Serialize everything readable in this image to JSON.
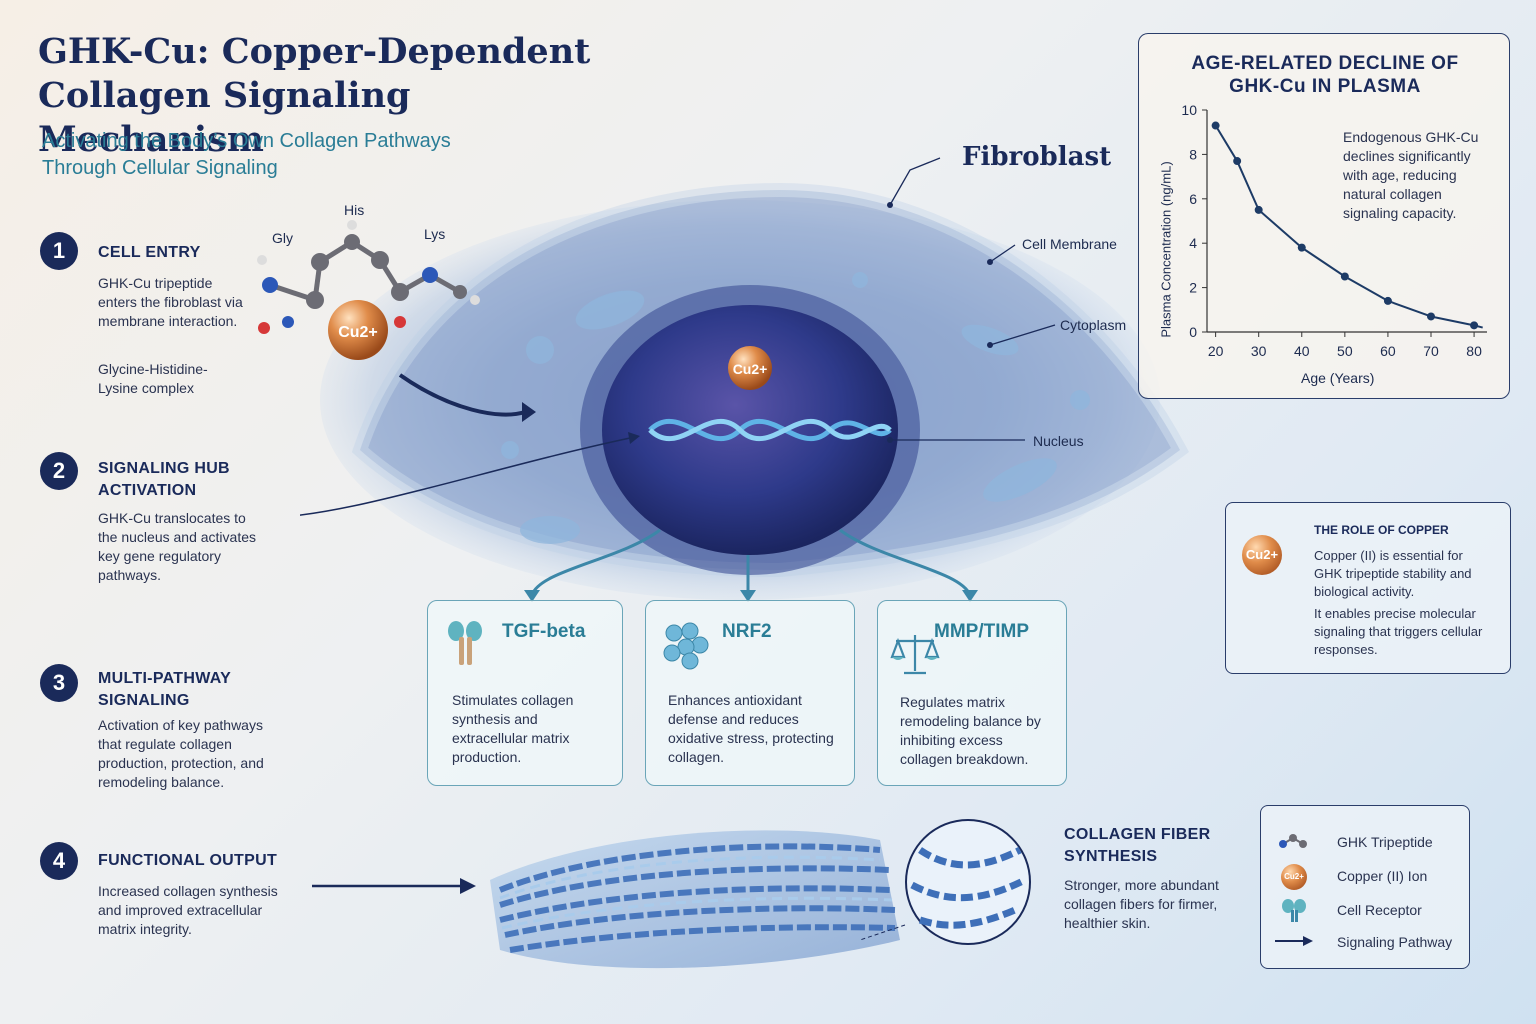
{
  "header": {
    "title": "GHK-Cu: Copper-Dependent Collagen Signaling Mechanism",
    "subtitle": "Activating the Body’s Own Collagen Pathways Through Cellular Signaling"
  },
  "molecule": {
    "his": "His",
    "gly": "Gly",
    "lys": "Lys",
    "ion": "Cu2+"
  },
  "cell_labels": {
    "fibroblast": "Fibroblast",
    "membrane": "Cell Membrane",
    "cytoplasm": "Cytoplasm",
    "nucleus": "Nucleus",
    "nucleus_ion": "Cu2+"
  },
  "steps": [
    {
      "num": "1",
      "title": "CELL ENTRY",
      "body": "GHK-Cu tripeptide enters the fibroblast via membrane interaction.",
      "extra": "Glycine-Histidine-Lysine complex"
    },
    {
      "num": "2",
      "title": "SIGNALING HUB ACTIVATION",
      "body": "GHK-Cu translocates to the nucleus and activates key gene regulatory pathways."
    },
    {
      "num": "3",
      "title": "MULTI-PATHWAY SIGNALING",
      "body": "Activation of key pathways that regulate collagen production, protection, and remodeling balance."
    },
    {
      "num": "4",
      "title": "FUNCTIONAL OUTPUT",
      "body": "Increased collagen synthesis and improved extracellular matrix integrity."
    }
  ],
  "pathways": [
    {
      "title": "TGF-beta",
      "body": "Stimulates collagen synthesis and extracellular matrix production.",
      "icon": "receptor-icon"
    },
    {
      "title": "NRF2",
      "body": "Enhances antioxidant defense and reduces oxidative stress, protecting collagen.",
      "icon": "molecule-cluster-icon"
    },
    {
      "title": "MMP/TIMP",
      "body": "Regulates matrix remodeling balance by inhibiting excess collagen breakdown.",
      "icon": "balance-scale-icon"
    }
  ],
  "chart_data": {
    "type": "line",
    "title": "AGE-RELATED DECLINE OF GHK-Cu IN PLASMA",
    "xlabel": "Age (Years)",
    "ylabel": "Plasma Concentration (ng/mL)",
    "xlim": [
      18,
      83
    ],
    "ylim": [
      0,
      10
    ],
    "xticks": [
      20,
      30,
      40,
      50,
      60,
      70,
      80
    ],
    "yticks": [
      0,
      2,
      4,
      6,
      8,
      10
    ],
    "x": [
      20,
      25,
      30,
      40,
      50,
      60,
      70,
      80
    ],
    "y": [
      9.3,
      7.7,
      5.5,
      3.8,
      2.5,
      1.4,
      0.7,
      0.3
    ],
    "annotation": "Endogenous GHK-Cu declines significantly with age, reducing natural collagen signaling capacity."
  },
  "copper_role": {
    "title": "THE ROLE OF COPPER",
    "ion": "Cu2+",
    "p1": "Copper (II) is essential for GHK tripeptide stability and biological activity.",
    "p2": "It enables precise molecular signaling that triggers cellular responses."
  },
  "collagen": {
    "title": "COLLAGEN FIBER SYNTHESIS",
    "body": "Stronger, more abundant collagen fibers for firmer, healthier skin."
  },
  "legend": {
    "items": [
      {
        "label": "GHK Tripeptide",
        "icon": "tripeptide-icon"
      },
      {
        "label": "Copper (II) Ion",
        "icon": "copper-ion-icon"
      },
      {
        "label": "Cell Receptor",
        "icon": "receptor-icon"
      },
      {
        "label": "Signaling Pathway",
        "icon": "arrow-icon"
      }
    ],
    "ion_label": "Cu2+"
  },
  "colors": {
    "navy": "#1a2a5a",
    "teal": "#2a7d96",
    "copper": "#c8702f",
    "line": "#1d3b66"
  }
}
